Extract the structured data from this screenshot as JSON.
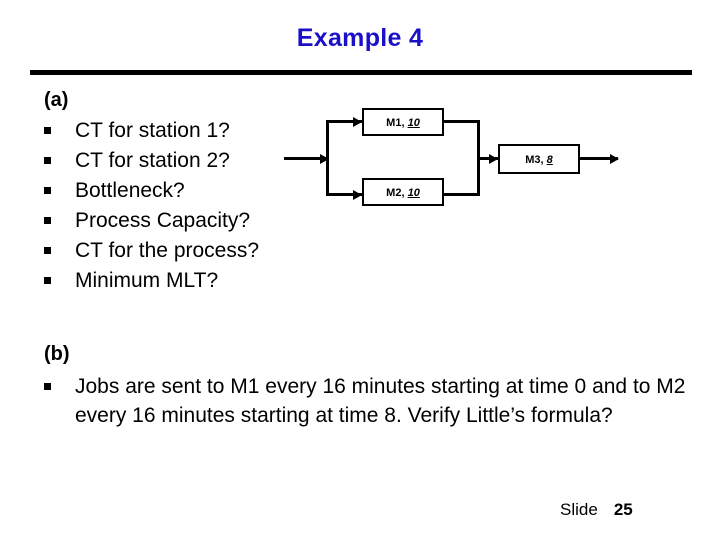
{
  "slide": {
    "title": "Example 4",
    "accent_color": "#1a10c8",
    "rule_color": "#000000"
  },
  "part_a": {
    "label": "(a)",
    "bullet_glyph": "square-bullet",
    "items": [
      "CT for station 1?",
      "CT for station 2?",
      "Bottleneck?",
      "Process Capacity?",
      "CT for the process?",
      "Minimum MLT?"
    ]
  },
  "diagram": {
    "nodes": [
      {
        "id": "m1",
        "name": "M1,",
        "value": "10"
      },
      {
        "id": "m2",
        "name": "M2,",
        "value": "10"
      },
      {
        "id": "m3",
        "name": "M3,",
        "value": "8"
      }
    ],
    "topology": "input splits to M1 and M2 in parallel, merges into M3, then output"
  },
  "part_b": {
    "label": "(b)",
    "bullet_glyph": "square-bullet",
    "items": [
      "Jobs are sent to M1 every 16 minutes starting at time 0 and to M2 every 16 minutes starting at time 8. Verify Little’s formula?"
    ]
  },
  "footer": {
    "slide_word": "Slide",
    "slide_number": "25"
  }
}
